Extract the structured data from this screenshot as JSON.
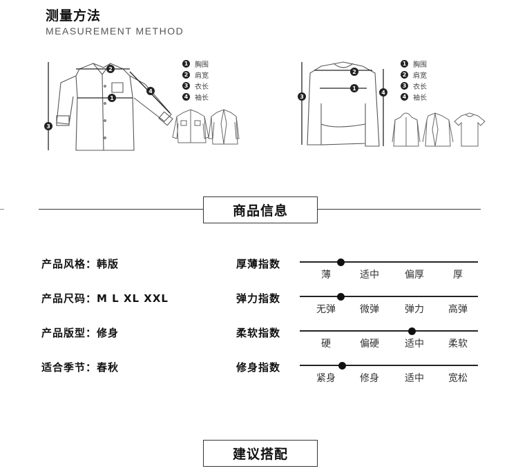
{
  "header": {
    "title": "测量方法",
    "subtitle": "MEASUREMENT METHOD"
  },
  "legend_left": [
    {
      "num": "1",
      "label": "胸围"
    },
    {
      "num": "2",
      "label": "肩宽"
    },
    {
      "num": "3",
      "label": "衣长"
    },
    {
      "num": "4",
      "label": "袖长"
    }
  ],
  "legend_right": [
    {
      "num": "1",
      "label": "胸围"
    },
    {
      "num": "2",
      "label": "肩宽"
    },
    {
      "num": "3",
      "label": "衣长"
    },
    {
      "num": "4",
      "label": "袖长"
    }
  ],
  "sections": {
    "product_info": "商品信息",
    "suggest": "建议搭配"
  },
  "properties": [
    {
      "label": "产品风格：",
      "value": "韩版"
    },
    {
      "label": "产品尺码：",
      "value": "M L XL XXL"
    },
    {
      "label": "产品版型：",
      "value": "修身"
    },
    {
      "label": "适合季节：",
      "value": "春秋"
    }
  ],
  "indices": [
    {
      "label": "厚薄指数",
      "options": [
        "薄",
        "适中",
        "偏厚",
        "厚"
      ],
      "selected_position": 0.23
    },
    {
      "label": "弹力指数",
      "options": [
        "无弹",
        "微弹",
        "弹力",
        "高弹"
      ],
      "selected_position": 0.23
    },
    {
      "label": "柔软指数",
      "options": [
        "硬",
        "偏硬",
        "适中",
        "柔软"
      ],
      "selected_position": 0.63
    },
    {
      "label": "修身指数",
      "options": [
        "紧身",
        "修身",
        "适中",
        "宽松"
      ],
      "selected_position": 0.24
    }
  ],
  "colors": {
    "text": "#111111",
    "line": "#222222",
    "sketch": "#555555"
  }
}
